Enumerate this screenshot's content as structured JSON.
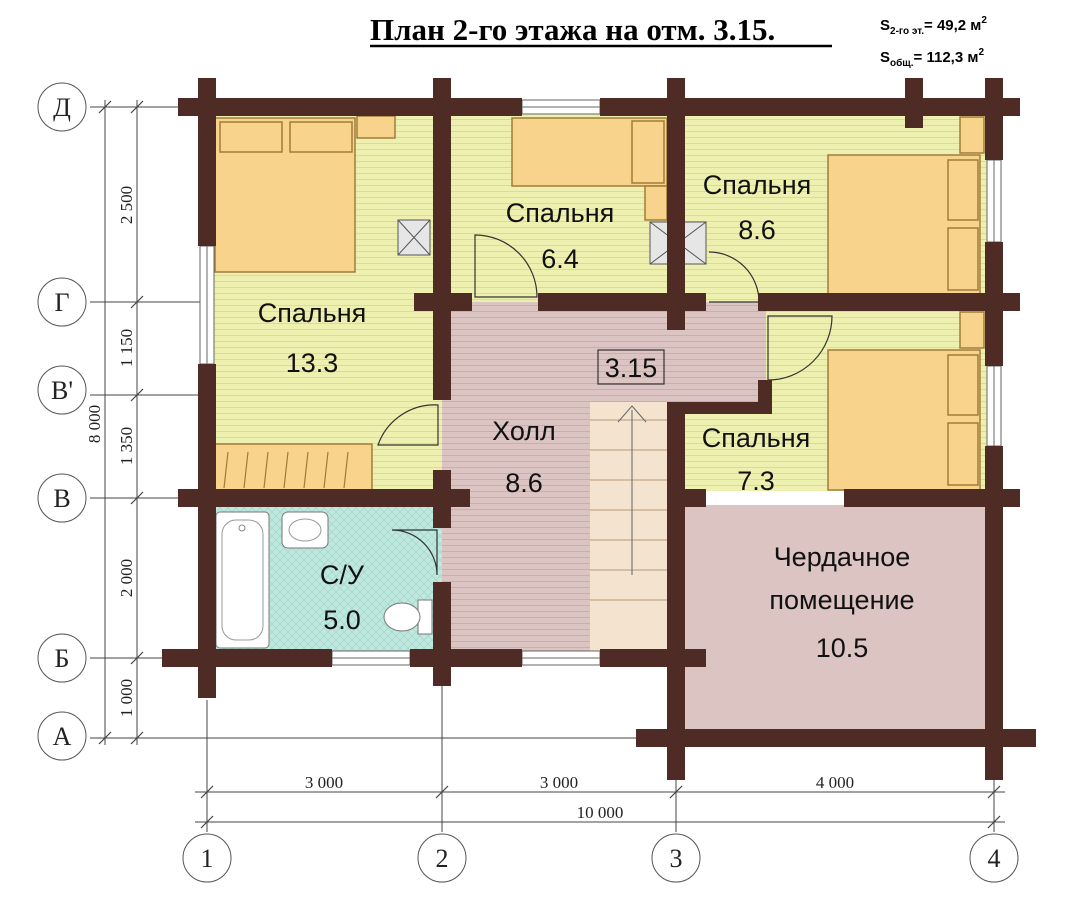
{
  "title": "План 2-го этажа на отм. 3.15.",
  "areas": {
    "floor": {
      "prefix": "S",
      "sub": "2-го эт.",
      "value": "= 49,2 м",
      "sup": "2"
    },
    "total": {
      "prefix": "S",
      "sub": "общ.",
      "value": "= 112,3 м",
      "sup": "2"
    }
  },
  "rooms": [
    {
      "name": "Спальня",
      "area": "13.3"
    },
    {
      "name": "Спальня",
      "area": "6.4"
    },
    {
      "name": "Спальня",
      "area": "8.6"
    },
    {
      "name": "Холл",
      "area": "8.6"
    },
    {
      "name": "Спальня",
      "area": "7.3"
    },
    {
      "name": "С/У",
      "area": "5.0"
    },
    {
      "name": "Чердачное",
      "name2": "помещение",
      "area": "10.5"
    }
  ],
  "level_mark": "3.15",
  "axes_letters": [
    "Д",
    "Г",
    "В'",
    "В",
    "Б",
    "А"
  ],
  "axes_numbers": [
    "1",
    "2",
    "3",
    "4"
  ],
  "dims_vertical": [
    "2 500",
    "1 150",
    "1 350",
    "2 000",
    "1 000"
  ],
  "dim_vertical_total": "8 000",
  "dims_horizontal": [
    "3 000",
    "3 000",
    "4 000"
  ],
  "dim_horizontal_total": "10 000",
  "colors": {
    "wall": "#4e2b25",
    "bedroom": "#eef0b0",
    "hall": "#dcc4c2",
    "bathroom": "#bfe8de",
    "attic": "#dcc4c2",
    "stairs": "#f3e3cf",
    "furniture": "#f7d38b"
  }
}
